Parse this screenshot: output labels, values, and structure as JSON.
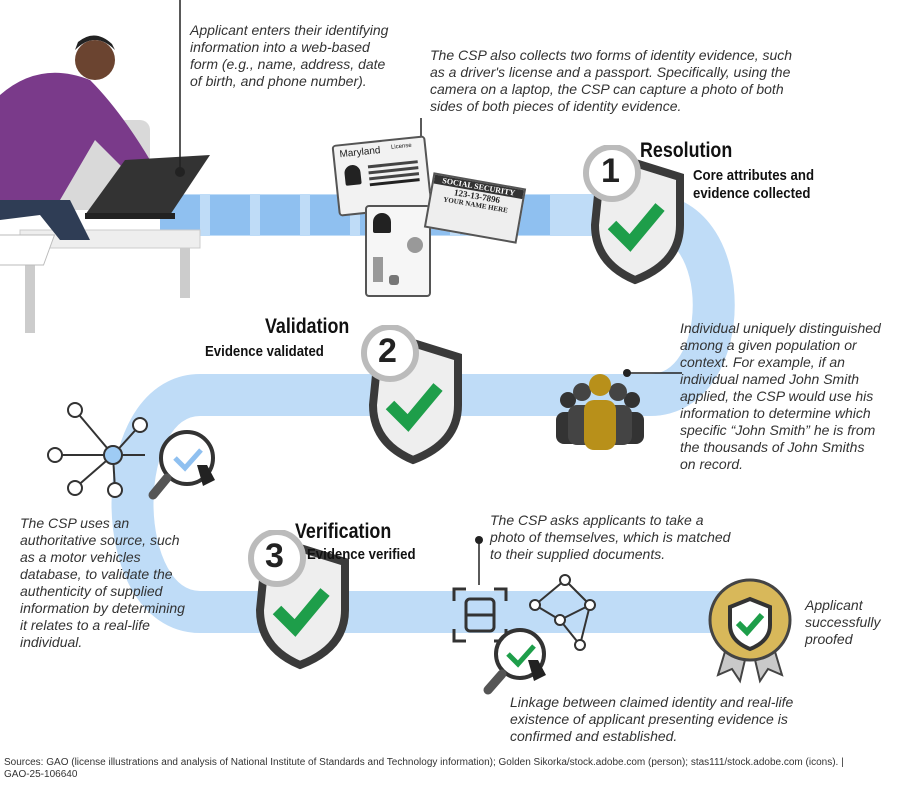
{
  "notes": {
    "applicant_enters": [
      "Applicant enters their identifying",
      "information into a web-based",
      "form (e.g., name, address, date",
      "of birth, and phone number)."
    ],
    "csp_collects": [
      "The CSP also collects two forms of identity evidence, such",
      "as a driver's license and a passport. Specifically, using the",
      "camera on a laptop, the CSP can capture a photo of both",
      "sides of both pieces of identity evidence."
    ],
    "individual_unique": [
      "Individual uniquely distinguished",
      "among a given population or",
      "context. For example, if an",
      "individual named John Smith",
      "applied, the CSP would use his",
      "information to determine which",
      "specific “John Smith” he is from",
      "the thousands of John Smiths",
      "on record."
    ],
    "csp_authoritative": [
      "The CSP uses an",
      "authoritative source, such",
      "as a motor vehicles",
      "database, to validate the",
      "authenticity of supplied",
      "information by determining",
      "it relates to a real-life",
      "individual."
    ],
    "csp_asks": [
      "The CSP asks applicants to take a",
      "photo of themselves, which is matched",
      "to their supplied documents."
    ],
    "applicant_proofed": [
      "Applicant",
      "successfully",
      "proofed"
    ],
    "linkage": [
      "Linkage between claimed identity and real-life",
      "existence of applicant presenting evidence is",
      "confirmed and established."
    ]
  },
  "steps": [
    {
      "number": "1",
      "title": "Resolution",
      "subtitle": [
        "Core attributes and",
        "evidence collected"
      ]
    },
    {
      "number": "2",
      "title": "Validation",
      "subtitle": [
        "Evidence validated"
      ]
    },
    {
      "number": "3",
      "title": "Verification",
      "subtitle": [
        "Evidence verified"
      ]
    }
  ],
  "cards": {
    "license_state": "Maryland",
    "license_label": "License",
    "ss_title": "SOCIAL SECURITY",
    "ss_number": "123-13-7896",
    "ss_name": "YOUR NAME HERE"
  },
  "footer": {
    "sources": "Sources: GAO (license illustrations and analysis of National Institute of Standards and Technology information); Golden Sikorka/stock.adobe.com (person); stas111/stock.adobe.com (icons).   |",
    "report_id": "GAO-25-106640"
  },
  "colors": {
    "band": "#bfdcf7",
    "band_dash": "#8fc0f0",
    "check": "#1e9e4a",
    "shield": "#3a3a3a",
    "gold": "#b8901a",
    "shirt": "#7a3a8a"
  }
}
